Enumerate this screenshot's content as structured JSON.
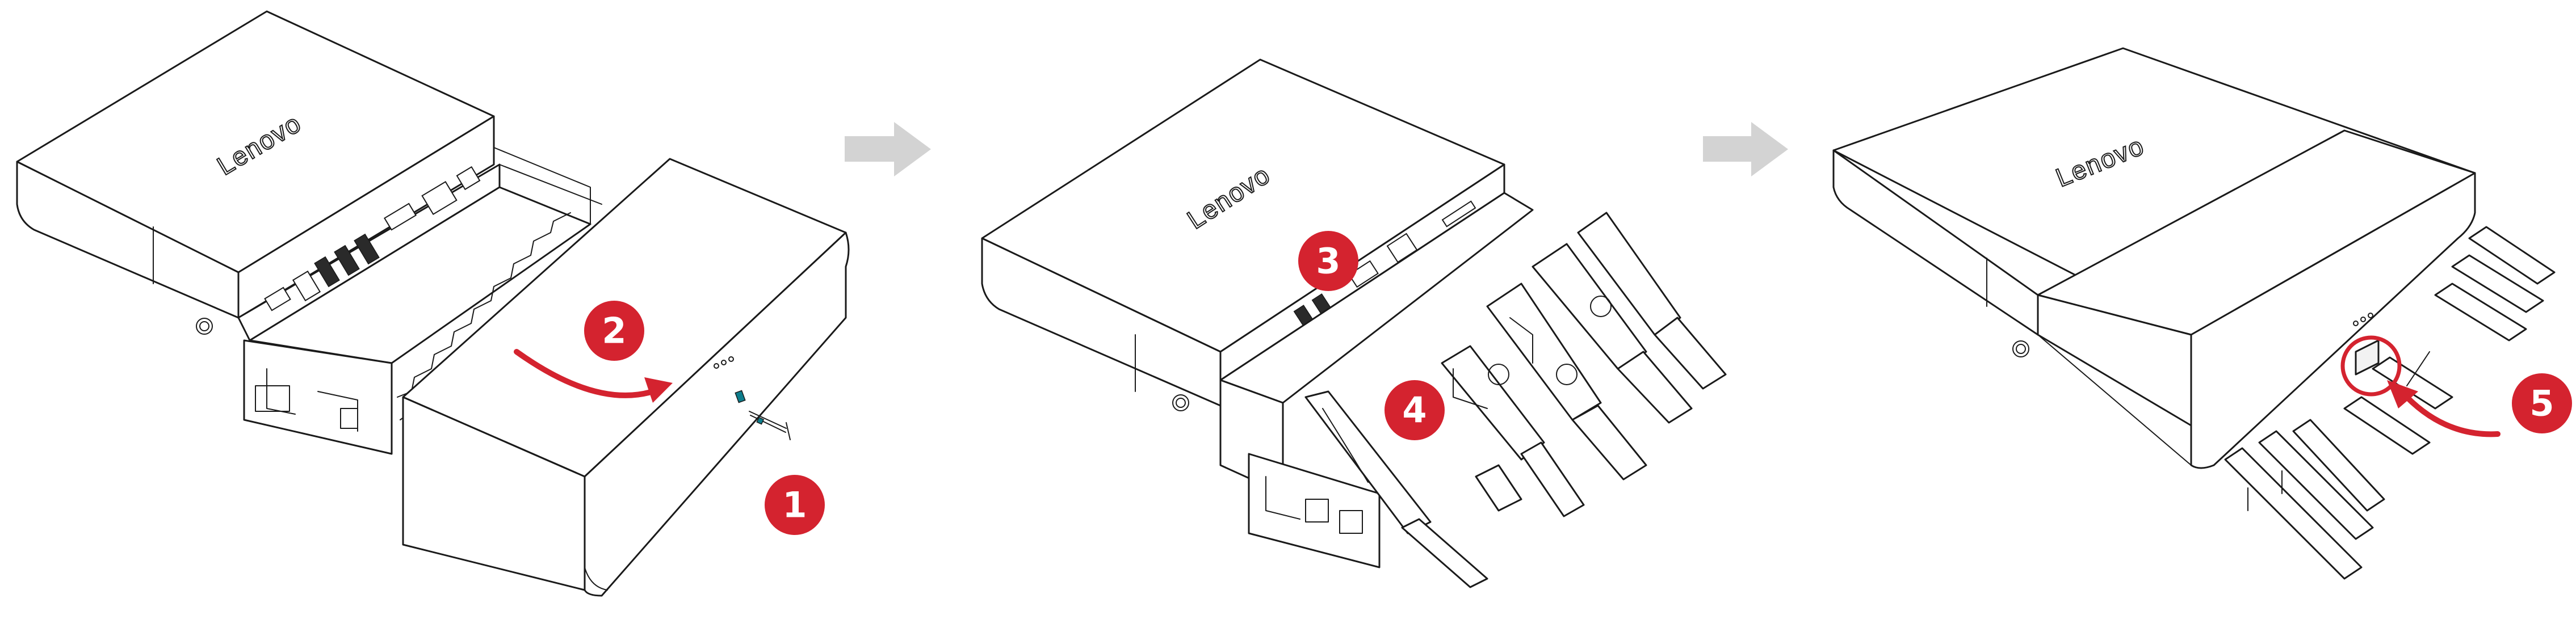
{
  "logo_text": "Lenovo",
  "colors": {
    "step_badge": "#d4232f",
    "line_art": "#1a1a1a",
    "flow_arrow": "#d3d3d3",
    "screw": "#0d7d8c"
  },
  "steps": [
    {
      "number": "1"
    },
    {
      "number": "2"
    },
    {
      "number": "3"
    },
    {
      "number": "4"
    },
    {
      "number": "5"
    }
  ]
}
